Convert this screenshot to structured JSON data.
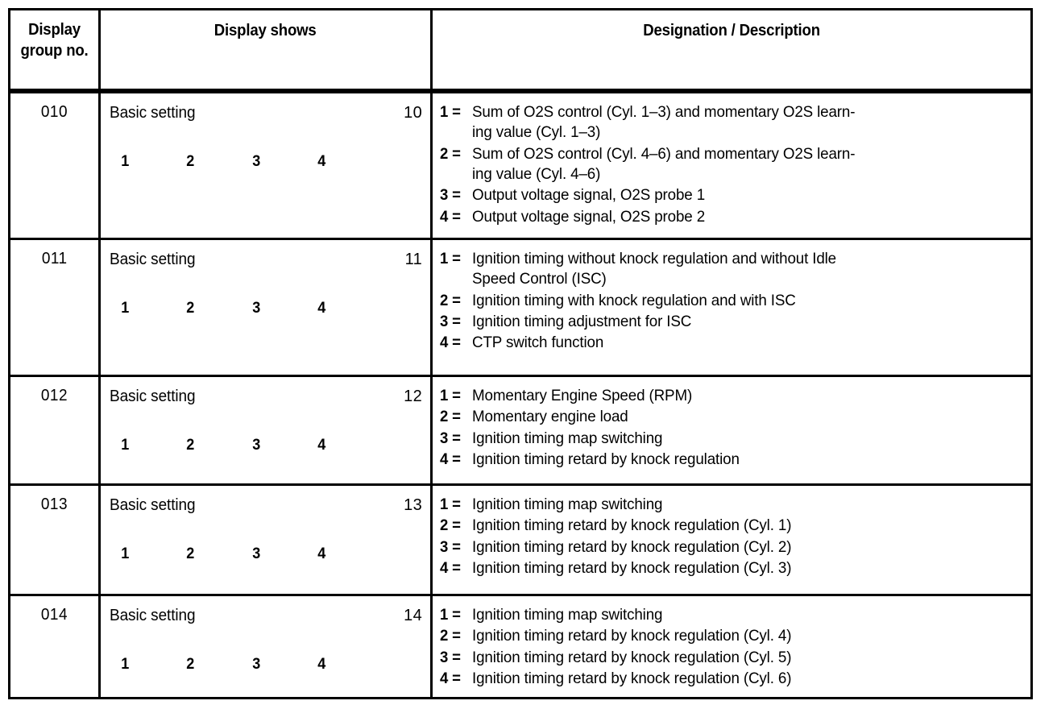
{
  "document": {
    "kind": "scan",
    "ink_color": "#000000",
    "paper_color": "#ffffff"
  },
  "table": {
    "headers": {
      "group": "Display\ngroup\nno.",
      "shows": "Display shows",
      "description": "Designation / Description"
    },
    "rows": [
      {
        "group_no": "010",
        "shows_title": "Basic setting",
        "shows_value": "10",
        "channels": [
          "1",
          "2",
          "3",
          "4"
        ],
        "descriptions": [
          {
            "key": "1 =",
            "text": "Sum of O2S control (Cyl. 1–3) and momentary O2S learn-\ning value (Cyl. 1–3)"
          },
          {
            "key": "2 =",
            "text": "Sum of O2S control (Cyl. 4–6) and momentary O2S learn-\ning value (Cyl. 4–6)"
          },
          {
            "key": "3 =",
            "text": "Output voltage signal, O2S probe 1"
          },
          {
            "key": "4 =",
            "text": "Output voltage signal, O2S probe 2"
          }
        ]
      },
      {
        "group_no": "011",
        "shows_title": "Basic setting",
        "shows_value": "11",
        "channels": [
          "1",
          "2",
          "3",
          "4"
        ],
        "descriptions": [
          {
            "key": "1 =",
            "text": "Ignition timing without knock regulation and without Idle\nSpeed Control (ISC)"
          },
          {
            "key": "2 =",
            "text": "Ignition timing with knock regulation and with ISC"
          },
          {
            "key": "3 =",
            "text": "Ignition timing adjustment for ISC"
          },
          {
            "key": "4 =",
            "text": "CTP switch function"
          }
        ]
      },
      {
        "group_no": "012",
        "shows_title": "Basic setting",
        "shows_value": "12",
        "channels": [
          "1",
          "2",
          "3",
          "4"
        ],
        "descriptions": [
          {
            "key": "1 =",
            "text": "Momentary Engine Speed (RPM)"
          },
          {
            "key": "2 =",
            "text": "Momentary engine load"
          },
          {
            "key": "3 =",
            "text": "Ignition timing map switching"
          },
          {
            "key": "4 =",
            "text": "Ignition timing retard by knock regulation"
          }
        ]
      },
      {
        "group_no": "013",
        "shows_title": "Basic setting",
        "shows_value": "13",
        "channels": [
          "1",
          "2",
          "3",
          "4"
        ],
        "descriptions": [
          {
            "key": "1 =",
            "text": "Ignition timing map switching"
          },
          {
            "key": "2 =",
            "text": "Ignition timing retard by knock regulation (Cyl. 1)"
          },
          {
            "key": "3 =",
            "text": "Ignition timing retard by knock regulation (Cyl. 2)"
          },
          {
            "key": "4 =",
            "text": "Ignition timing retard by knock regulation (Cyl. 3)"
          }
        ]
      },
      {
        "group_no": "014",
        "shows_title": "Basic setting",
        "shows_value": "14",
        "channels": [
          "1",
          "2",
          "3",
          "4"
        ],
        "descriptions": [
          {
            "key": "1 =",
            "text": "Ignition timing map switching"
          },
          {
            "key": "2 =",
            "text": "Ignition timing retard by knock regulation (Cyl. 4)"
          },
          {
            "key": "3 =",
            "text": "Ignition timing retard by knock regulation (Cyl. 5)"
          },
          {
            "key": "4 =",
            "text": "Ignition timing retard by knock regulation (Cyl. 6)"
          }
        ]
      }
    ]
  }
}
